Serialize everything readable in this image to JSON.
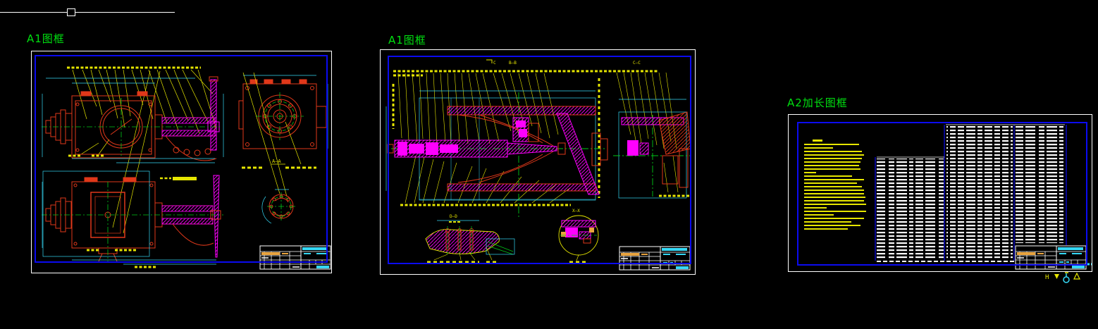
{
  "canvas": {
    "background": "#000000"
  },
  "colors": {
    "frame_blue": "#0b0bf0",
    "paper_white": "#ffffff",
    "label_green": "#00e010",
    "dim_cyan": "#35d8f5",
    "callout_yellow": "#e6e600",
    "entity_red": "#e0381a",
    "hatch_magenta": "#ff00ff",
    "centerline_green": "#00c818",
    "highlight_orange": "#e8a33d",
    "table_text_white": "#ffffff"
  },
  "sheets": {
    "left": {
      "label": "A1图框",
      "detail_label": "A—A"
    },
    "middle": {
      "label": "A1图框",
      "cut_letter": "C",
      "section_b": "B—B",
      "section_c": "C—C",
      "detail_d": "D—D",
      "detail_x": "X—X"
    },
    "right": {
      "label": "A2加长图框"
    }
  },
  "overlay": {
    "h_mark": "H"
  }
}
